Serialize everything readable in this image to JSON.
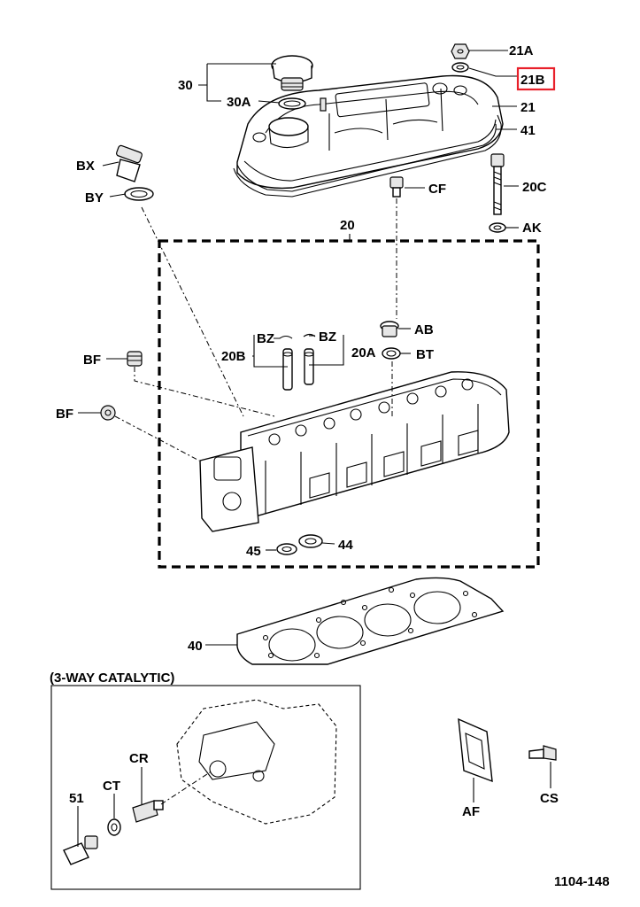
{
  "labels": {
    "l30": "30",
    "l30A": "30A",
    "l21A": "21A",
    "l21B": "21B",
    "l21": "21",
    "l41": "41",
    "lBX": "BX",
    "lBY": "BY",
    "lCF": "CF",
    "l20C": "20C",
    "lAK": "AK",
    "l20": "20",
    "lAB": "AB",
    "lBZ1": "BZ",
    "lBZ2": "BZ",
    "l20B": "20B",
    "l20A": "20A",
    "lBT": "BT",
    "lBF1": "BF",
    "lBF2": "BF",
    "l45": "45",
    "l44": "44",
    "l40": "40",
    "section": "(3-WAY CATALYTIC)",
    "lCR": "CR",
    "lCT": "CT",
    "l51": "51",
    "lAF": "AF",
    "lCS": "CS",
    "code": "1104-148"
  },
  "highlight": {
    "label": "21B",
    "color": "#e8202a"
  }
}
